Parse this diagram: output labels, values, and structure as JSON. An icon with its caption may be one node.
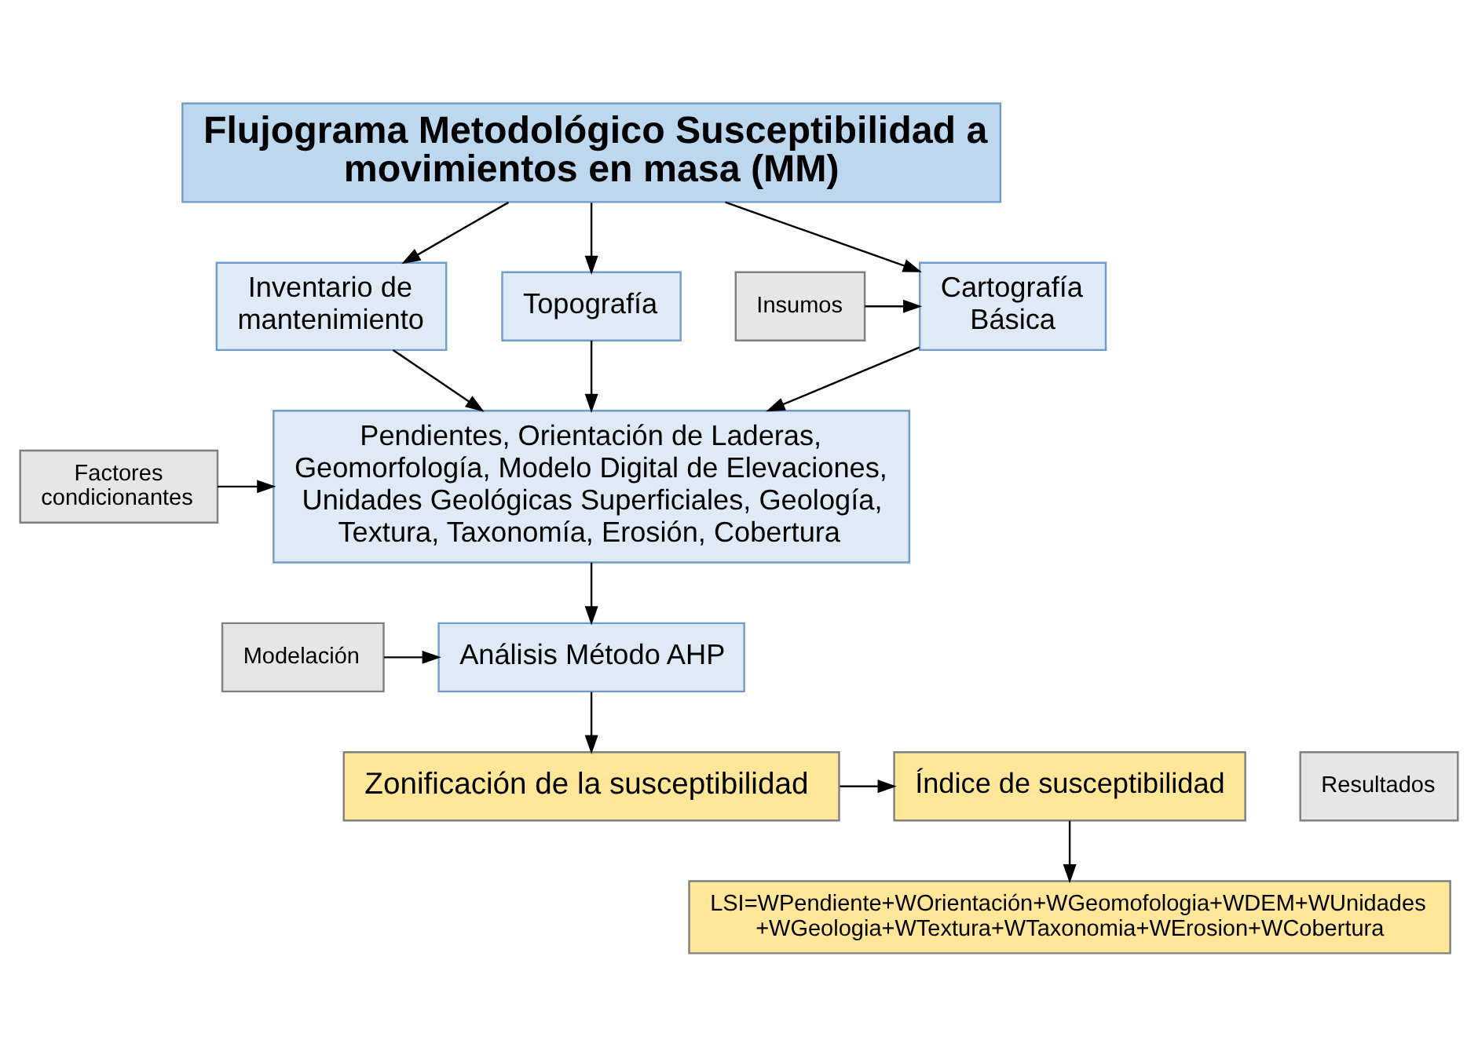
{
  "diagram": {
    "nodes": [
      {
        "text": [
          "Flujograma Metodológico Susceptibilidad a movimientos en masa (MM)"
        ]
      },
      {
        "text": [
          "Insumos"
        ]
      },
      {
        "text": [
          "Cartografía Básica"
        ]
      },
      {
        "text": [
          "Inventario de mantenimiento"
        ]
      },
      {
        "text": [
          "Topografía"
        ]
      },
      {
        "text": [
          "Factores condicionantes"
        ]
      },
      {
        "text": [
          "Pendientes, Orientación de Laderas, Geomorfología, Modelo Digital de Elevaciones, Unidades Geológicas Superficiales, Geología, Textura, Taxonomía, Erosión, Cobertura"
        ]
      },
      {
        "text": [
          "Modelación"
        ]
      },
      {
        "text": [
          "Análisis Método AHP"
        ]
      },
      {
        "text": [
          "Resultados"
        ]
      },
      {
        "text": [
          "Zonificación de la susceptibilidad"
        ]
      },
      {
        "text": [
          "Índice de susceptibilidad"
        ]
      },
      {
        "text": [
          "LSI=WPendiente+WOrientación+WGeomofologia+WDEM+WUnidades +WGeologia+WTextura+WTaxonomia+WErosion+WCobertura"
        ]
      }
    ],
    "edges": [
      {
        "from": 0,
        "to": 2,
        "arrow": "to"
      },
      {
        "from": 0,
        "to": 3,
        "arrow": "to"
      },
      {
        "from": 0,
        "to": 4,
        "arrow": "to"
      },
      {
        "from": 1,
        "to": 2,
        "arrow": "to"
      },
      {
        "from": 2,
        "to": 6,
        "arrow": "to"
      },
      {
        "from": 3,
        "to": 6,
        "arrow": "to"
      },
      {
        "from": 4,
        "to": 6,
        "arrow": "to"
      },
      {
        "from": 5,
        "to": 6,
        "arrow": "to"
      },
      {
        "from": 6,
        "to": 8,
        "arrow": "to"
      },
      {
        "from": 7,
        "to": 8,
        "arrow": "to"
      },
      {
        "from": 8,
        "to": 10,
        "arrow": "to"
      },
      {
        "from": 10,
        "to": 11,
        "arrow": "to"
      },
      {
        "from": 11,
        "to": 12,
        "arrow": "to"
      }
    ]
  }
}
